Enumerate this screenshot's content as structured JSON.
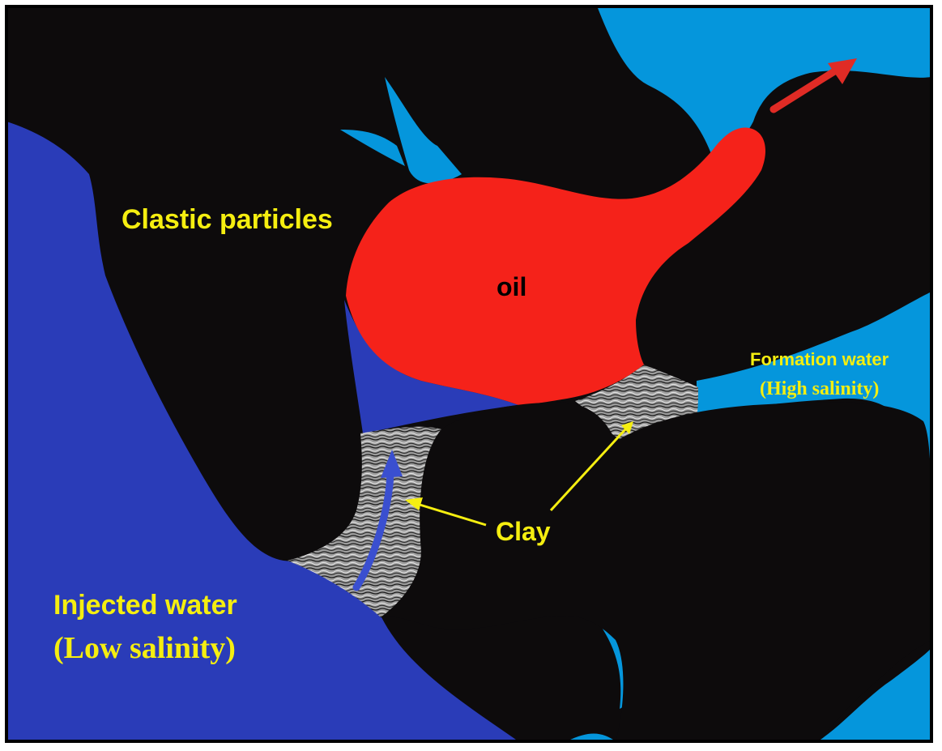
{
  "labels": {
    "clastic_particles": "Clastic particles",
    "oil": "oil",
    "formation_water_line1": "Formation water",
    "formation_water_line2": "(High salinity)",
    "clay": "Clay",
    "injected_water_line1": "Injected water",
    "injected_water_line2": "(Low salinity)"
  },
  "colors": {
    "grain": "#0d0b0c",
    "formation_water": "#0596dc",
    "injected_water": "#2a3cb8",
    "oil": "#f5221a",
    "clay_base": "#9a9a9a",
    "label_yellow": "#f5ee10",
    "oil_label": "#000000",
    "flow_arrow_red": "#e02b25",
    "flow_arrow_blue": "#3a4fd0",
    "frame": "#000000"
  },
  "icons": {
    "flow_out": "arrow-up-right-icon",
    "flow_in": "arrow-up-curved-icon",
    "pointer": "arrow-pointer-icon"
  }
}
